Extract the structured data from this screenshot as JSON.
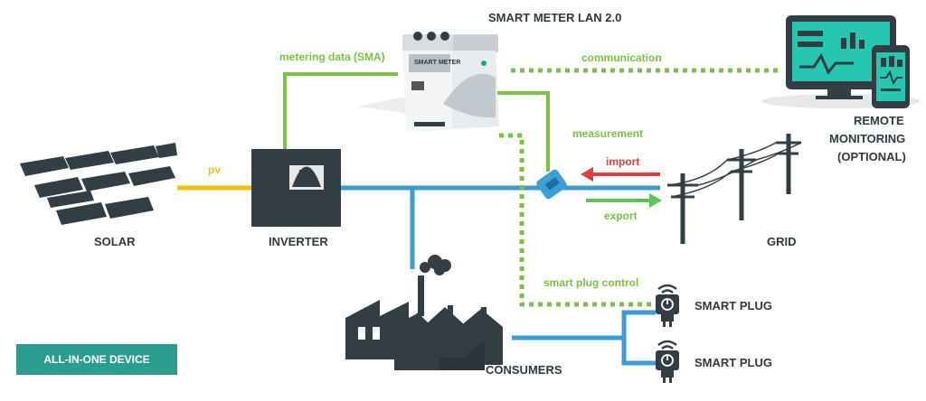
{
  "labels": {
    "smart_meter": "SMART METER LAN 2.0",
    "metering_data": "metering data (SMA)",
    "communication": "communication",
    "remote_l1": "REMOTE",
    "remote_l2": "MONITORING",
    "remote_l3": "(OPTIONAL)",
    "measurement": "measurement",
    "pv": "pv",
    "import": "import",
    "export": "export",
    "solar": "SOLAR",
    "inverter": "INVERTER",
    "grid": "GRID",
    "smart_plug_control": "smart plug control",
    "smart_plug_1": "SMART PLUG",
    "smart_plug_2": "SMART PLUG",
    "consumers": "CONSUMERS",
    "all_in_one": "ALL-IN-ONE DEVICE",
    "meter_face": "SMART METER"
  },
  "colors": {
    "power_line": "#3a9bd5",
    "data_line": "#7cc242",
    "pv_line": "#f4c20d",
    "import_arrow": "#e23b3b",
    "export_arrow": "#5cc25a",
    "dark": "#333d44",
    "teal": "#2a9d8f",
    "monitor": "#26c6b0"
  }
}
